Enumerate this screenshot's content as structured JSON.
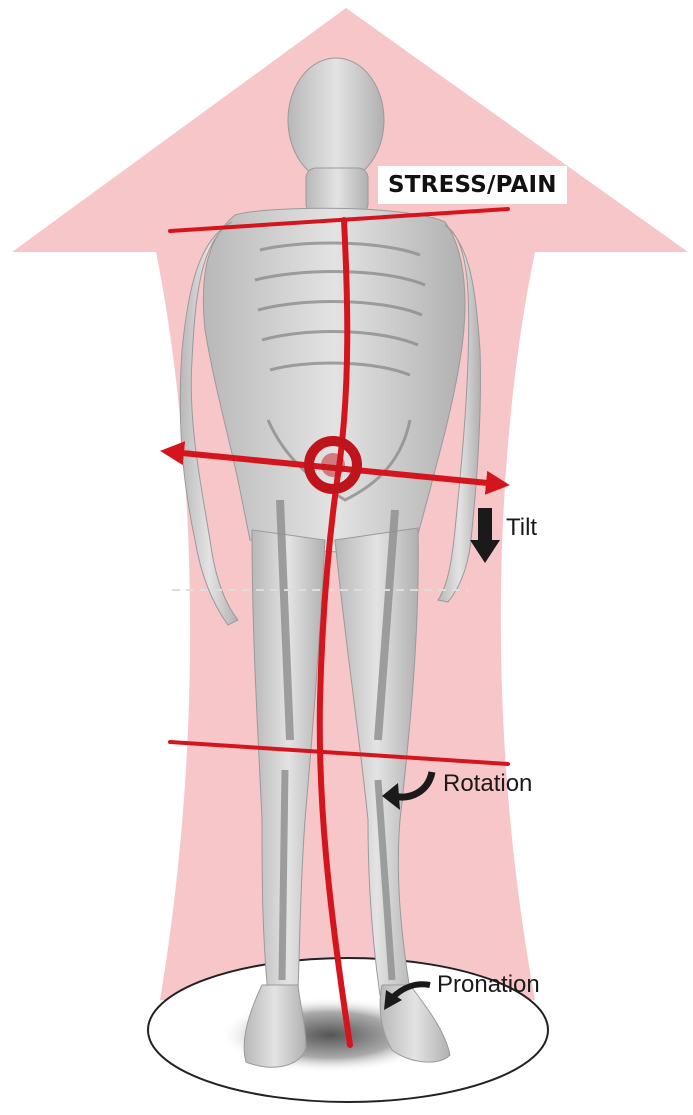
{
  "diagram": {
    "title": "STRESS/PAIN",
    "labels": {
      "tilt": "Tilt",
      "rotation": "Rotation",
      "pronation": "Pronation"
    },
    "colors": {
      "big_arrow": "#f7c6c8",
      "alignment_line": "#d4151d",
      "body": "#c9c9c9",
      "bone": "#8d8d8d",
      "small_arrow": "#1a1a1a"
    },
    "icons": [
      "stress-up-arrow-icon",
      "tilt-down-arrow-icon",
      "rotation-curved-arrow-icon",
      "pronation-curved-arrow-icon",
      "pelvis-target-icon"
    ]
  }
}
